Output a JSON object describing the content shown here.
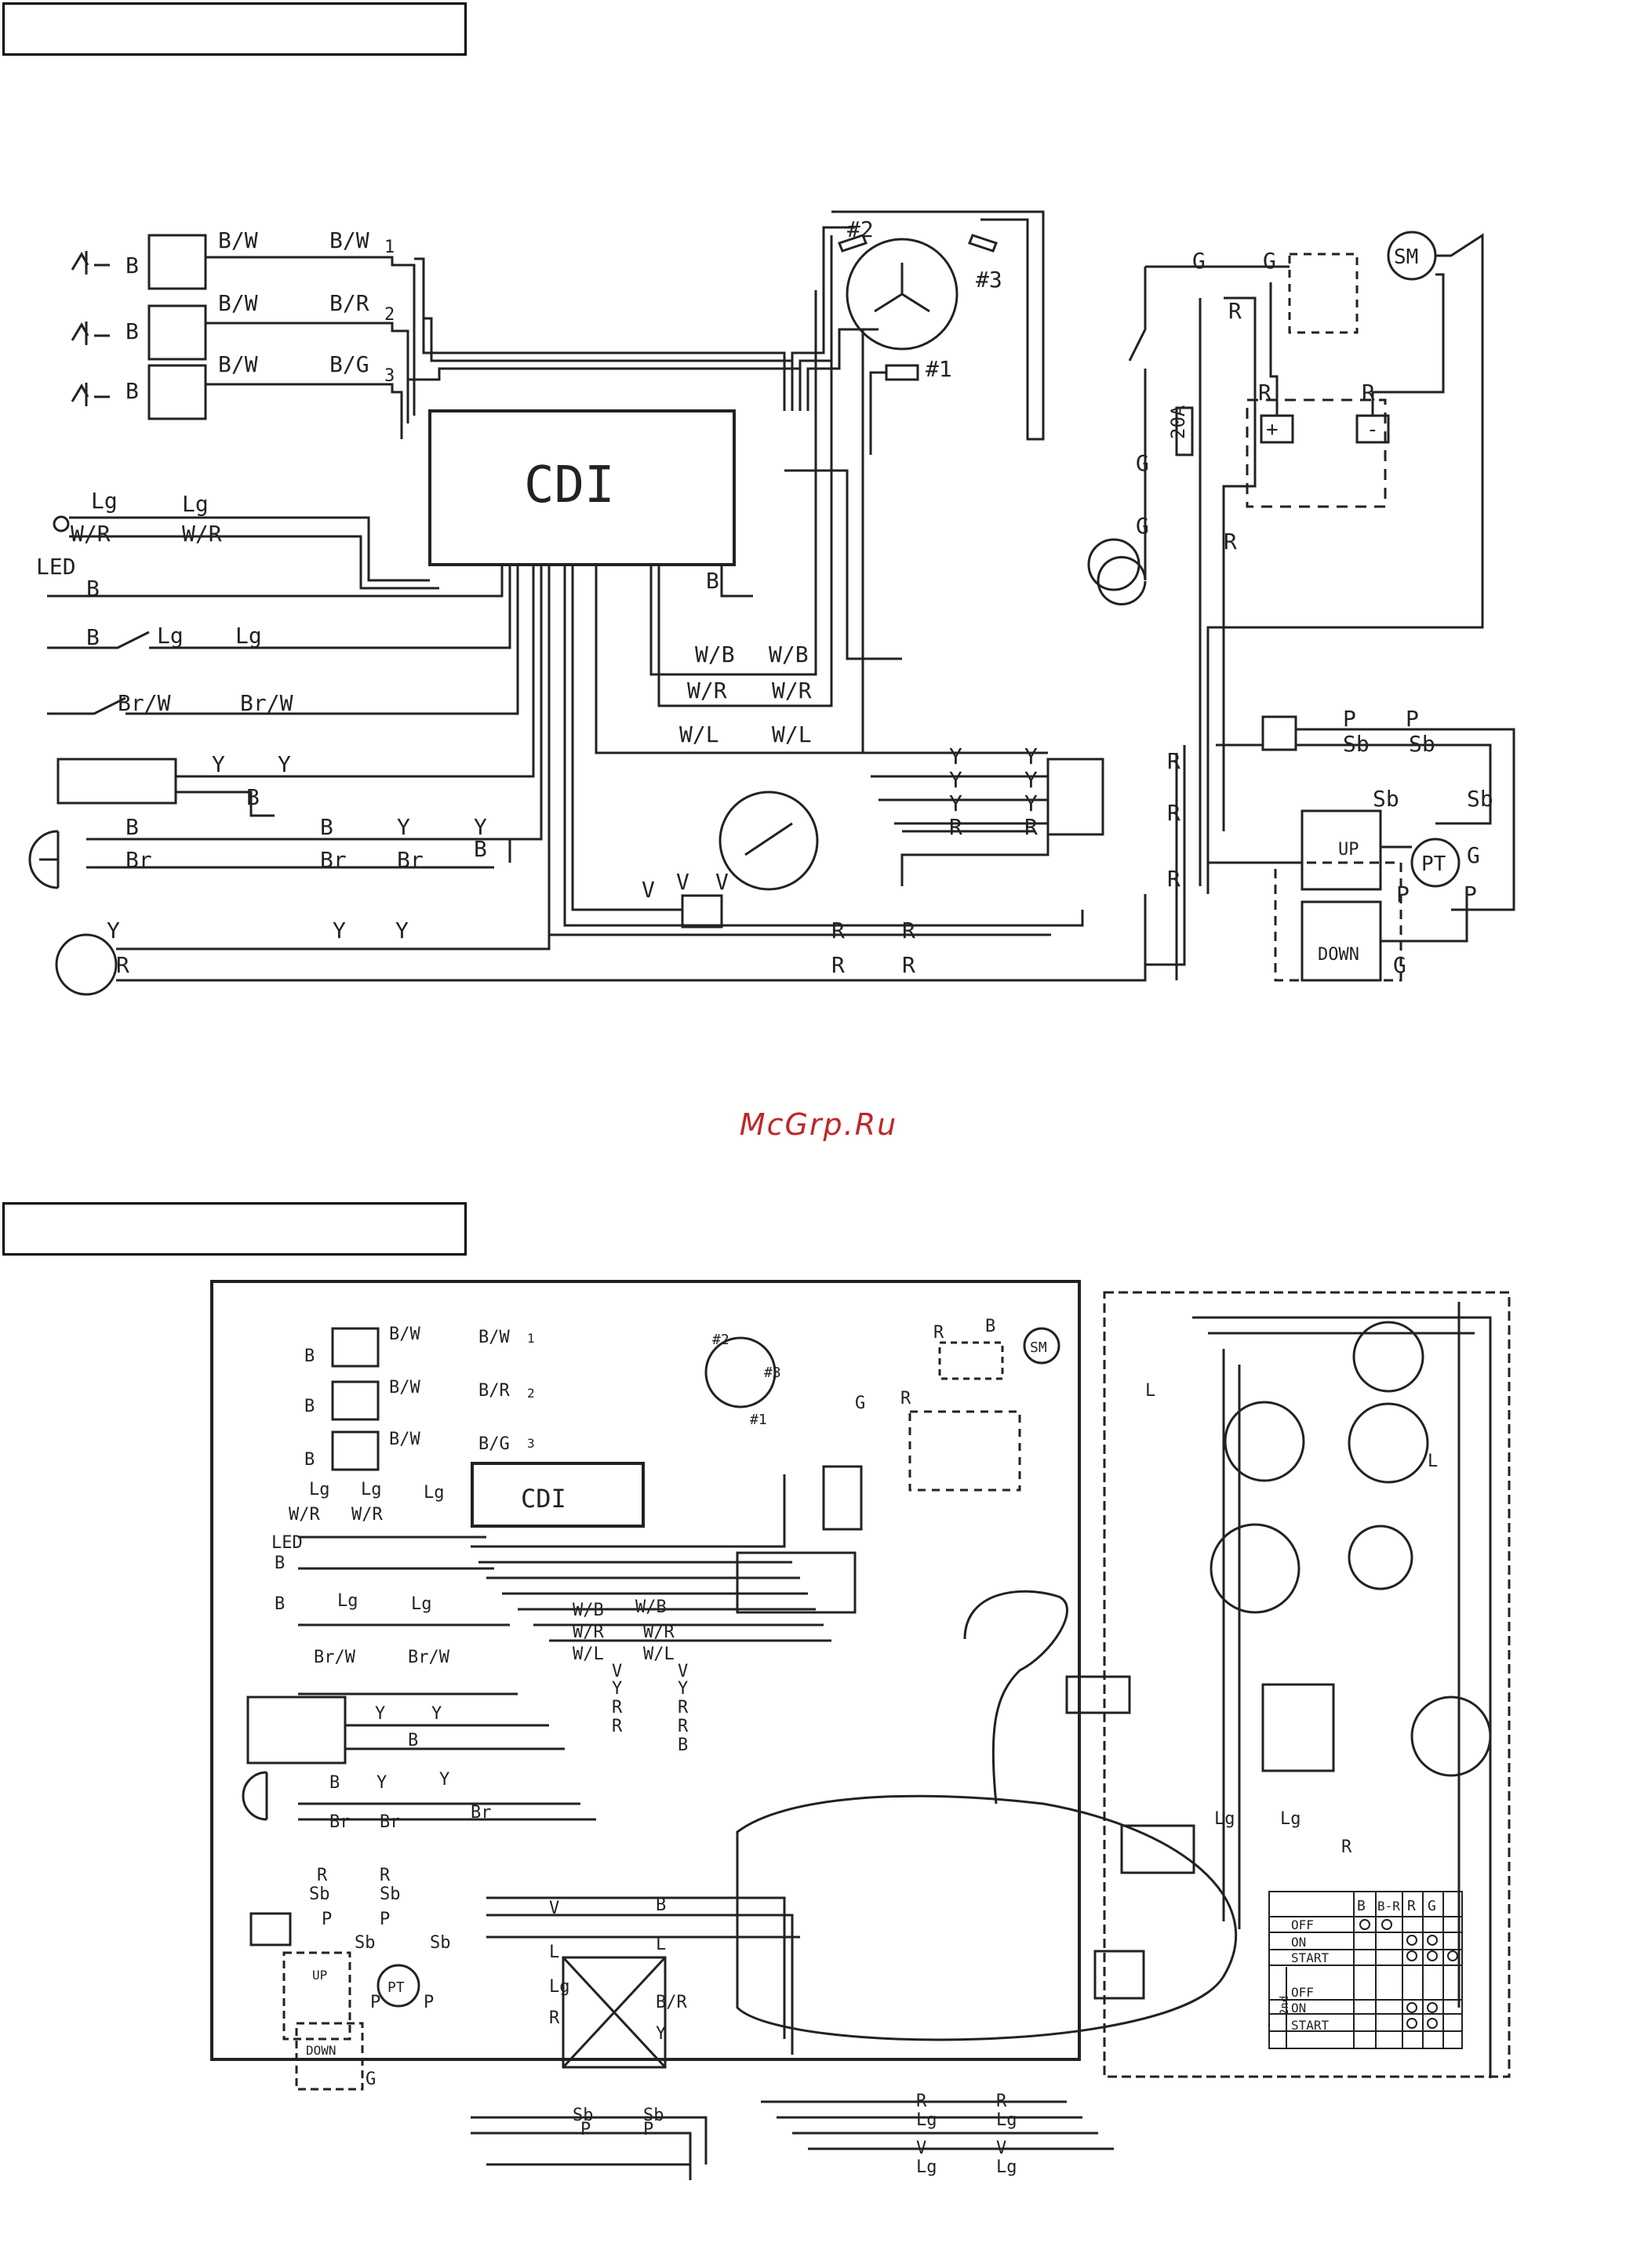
{
  "watermark": "McGrp.Ru",
  "top": {
    "cdi": "CDI",
    "led": "LED",
    "sm": "SM",
    "pt": "PT",
    "fuse": "20A",
    "up": "UP",
    "down": "DOWN",
    "plus": "+",
    "minus": "-",
    "coil1": "#1",
    "coil2": "#2",
    "coil3": "#3",
    "ign1": "1",
    "ign2": "2",
    "ign3": "3",
    "w": {
      "bw": "B/W",
      "br": "B/R",
      "bg": "B/G",
      "b": "B",
      "lg": "Lg",
      "wr": "W/R",
      "brw": "Br/W",
      "y": "Y",
      "br2": "Br",
      "r": "R",
      "wb": "W/B",
      "wl": "W/L",
      "g": "G",
      "p": "P",
      "sb": "Sb",
      "v": "V"
    }
  },
  "bottom": {
    "cdi": "CDI",
    "led": "LED",
    "sm": "SM",
    "pt": "PT",
    "up": "UP",
    "down": "DOWN",
    "coil2": "#2",
    "coil3": "#3",
    "coil1": "#1",
    "ign1": "1",
    "ign2": "2",
    "ign3": "3",
    "switch_table": {
      "headers": [
        "B",
        "B-R",
        "R",
        "G"
      ],
      "rows": [
        "OFF",
        "ON",
        "START",
        "OFF",
        "ON",
        "START"
      ],
      "side": "2nd"
    },
    "w": {
      "bw": "B/W",
      "br": "B/R",
      "bg": "B/G",
      "b": "B",
      "lg": "Lg",
      "wr": "W/R",
      "brw": "Br/W",
      "y": "Y",
      "brn": "Br",
      "r": "R",
      "wb": "W/B",
      "wl": "W/L",
      "g": "G",
      "p": "P",
      "sb": "Sb",
      "l": "L",
      "v": "V"
    }
  }
}
